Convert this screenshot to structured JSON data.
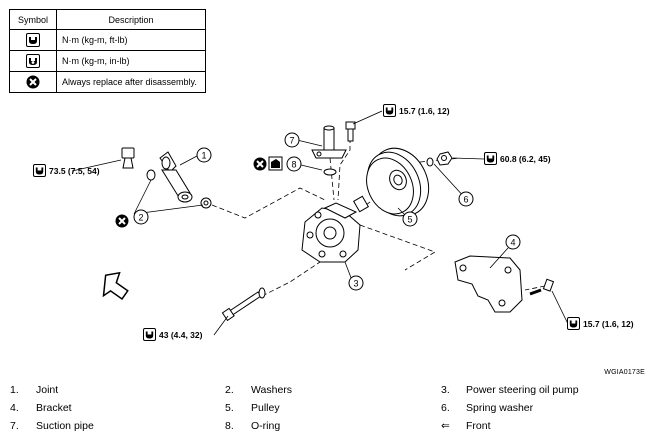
{
  "symbol_table": {
    "header_symbol": "Symbol",
    "header_description": "Description",
    "rows": [
      {
        "icon": "torque-wrench-icon",
        "description": "N·m (kg-m, ft-lb)"
      },
      {
        "icon": "torque-wrench-inlb-icon",
        "description": "N·m (kg-m, in-lb)"
      },
      {
        "icon": "always-replace-icon",
        "description": "Always replace after disassembly."
      }
    ]
  },
  "torques": {
    "joint": "73.5 (7.5, 54)",
    "top_bolt": "15.7 (1.6, 12)",
    "pulley_nut": "60.8 (6.2, 45)",
    "bracket_bolt": "15.7 (1.6, 12)",
    "pump_bolt": "43 (4.4, 32)"
  },
  "callouts": [
    "1",
    "2",
    "3",
    "4",
    "5",
    "6",
    "7",
    "8"
  ],
  "figure_code": "WGIA0173E",
  "legend": [
    {
      "num": "1.",
      "text": "Joint"
    },
    {
      "num": "2.",
      "text": "Washers"
    },
    {
      "num": "3.",
      "text": "Power steering oil pump"
    },
    {
      "num": "4.",
      "text": "Bracket"
    },
    {
      "num": "5.",
      "text": "Pulley"
    },
    {
      "num": "6.",
      "text": "Spring washer"
    },
    {
      "num": "7.",
      "text": "Suction pipe"
    },
    {
      "num": "8.",
      "text": "O-ring"
    },
    {
      "num": "⇐",
      "text": "Front"
    }
  ]
}
